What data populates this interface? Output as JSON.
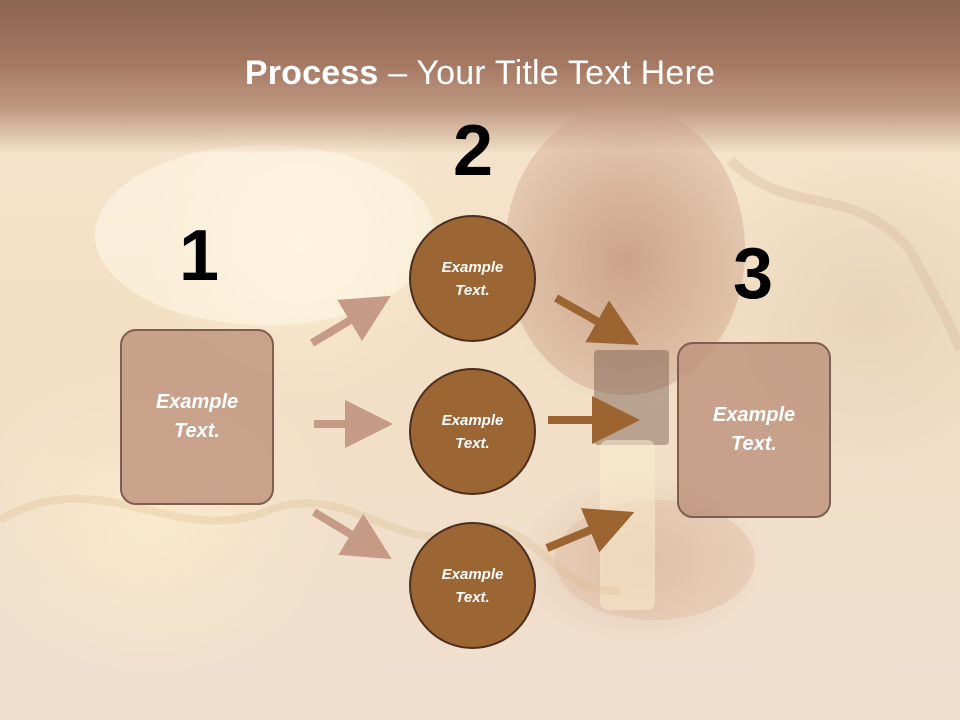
{
  "slide": {
    "title_bold": "Process",
    "title_rest": " – Your Title Text Here",
    "step_numbers": [
      "1",
      "2",
      "3"
    ],
    "left_box_text": "Example Text.",
    "right_box_text": "Example Text.",
    "circles": [
      {
        "text": "Example Text."
      },
      {
        "text": "Example Text."
      },
      {
        "text": "Example Text."
      }
    ],
    "colors": {
      "title_band": "#a57862",
      "box_fill": "#bb8f7a",
      "circle_fill": "#9c6534",
      "arrow_left": "#c59a87",
      "arrow_right": "#9b6431"
    }
  }
}
